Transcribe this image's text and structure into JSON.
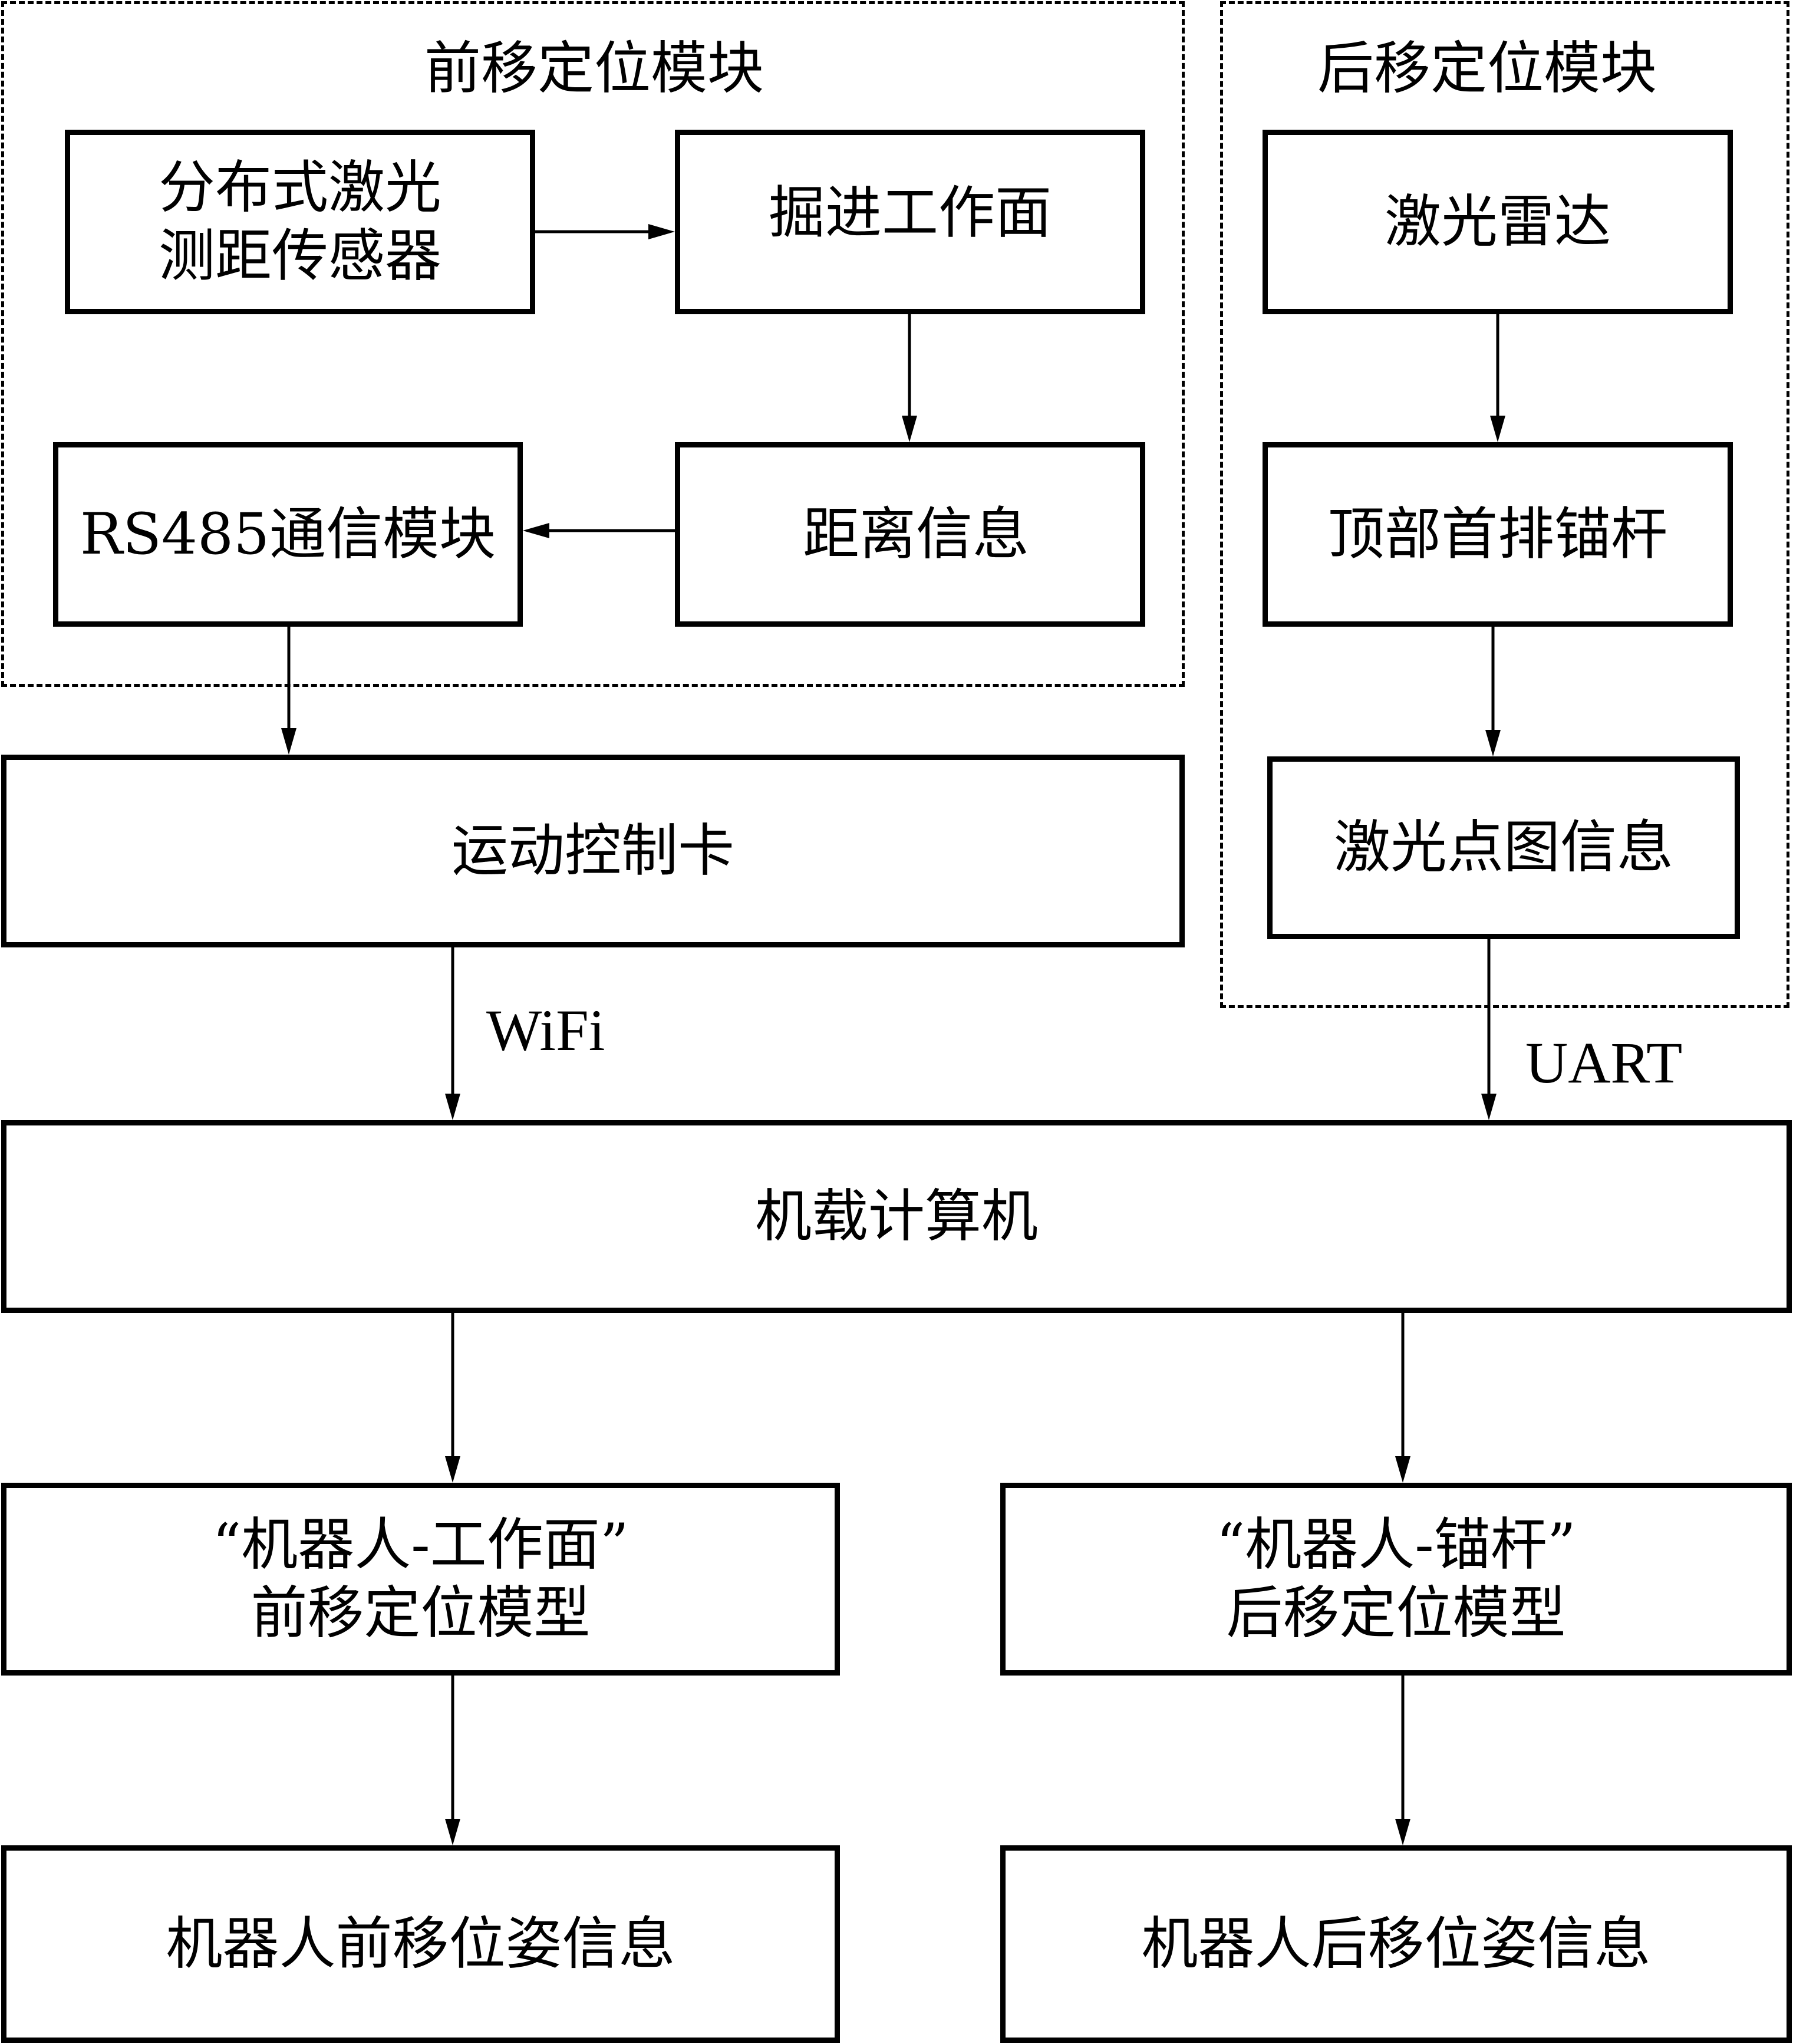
{
  "groups": {
    "front": {
      "title": "前移定位模块"
    },
    "rear": {
      "title": "后移定位模块"
    }
  },
  "nodes": {
    "laser_sensor": "分布式激光\n测距传感器",
    "heading_face": "掘进工作面",
    "distance_info": "距离信息",
    "rs485": "RS485通信模块",
    "motion_card": "运动控制卡",
    "lidar": "激光雷达",
    "top_anchor": "顶部首排锚杆",
    "point_cloud": "激光点图信息",
    "onboard_computer": "机载计算机",
    "front_model": "“机器人-工作面”\n前移定位模型",
    "rear_model": "“机器人-锚杆”\n后移定位模型",
    "front_pose": "机器人前移位姿信息",
    "rear_pose": "机器人后移位姿信息"
  },
  "edge_labels": {
    "wifi": "WiFi",
    "uart": "UART"
  },
  "edges": [
    {
      "from": "laser_sensor",
      "to": "heading_face"
    },
    {
      "from": "heading_face",
      "to": "distance_info"
    },
    {
      "from": "distance_info",
      "to": "rs485"
    },
    {
      "from": "rs485",
      "to": "motion_card"
    },
    {
      "from": "motion_card",
      "to": "onboard_computer",
      "label": "WiFi"
    },
    {
      "from": "lidar",
      "to": "top_anchor"
    },
    {
      "from": "top_anchor",
      "to": "point_cloud"
    },
    {
      "from": "point_cloud",
      "to": "onboard_computer",
      "label": "UART"
    },
    {
      "from": "onboard_computer",
      "to": "front_model"
    },
    {
      "from": "onboard_computer",
      "to": "rear_model"
    },
    {
      "from": "front_model",
      "to": "front_pose"
    },
    {
      "from": "rear_model",
      "to": "rear_pose"
    }
  ]
}
